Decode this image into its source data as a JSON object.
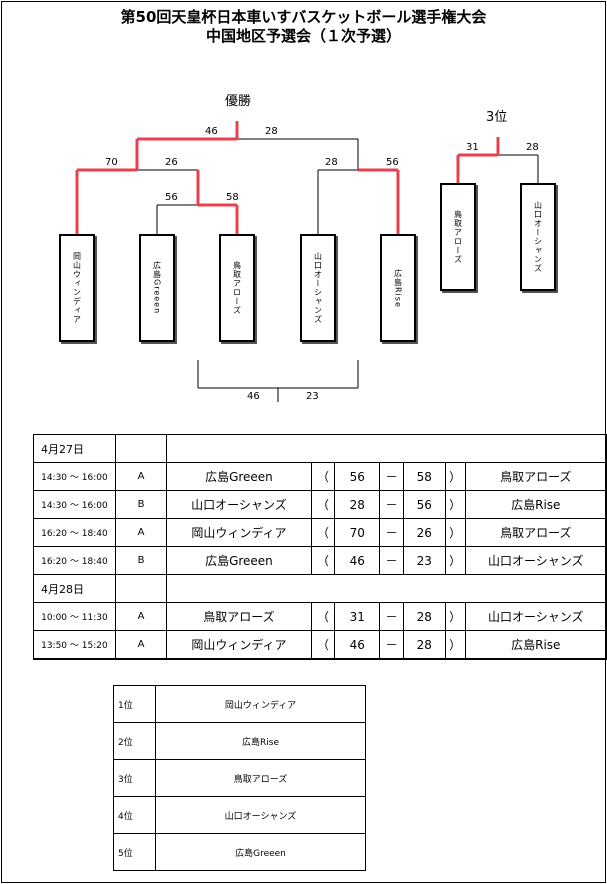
{
  "title_line1": "第50回天皇杯日本車いすバスケットボール選手権大会",
  "title_line2": "中国地区予選会（１次予選）",
  "bracket": {
    "champion_label": "優勝",
    "third_label": "3位",
    "teams": [
      "岡山ウィンディア",
      "広島Greeen",
      "鳥取アローズ",
      "山口オーシャンズ",
      "広島Rise"
    ],
    "third_teams": [
      "鳥取アローズ",
      "山口オーシャンズ"
    ],
    "scores": {
      "final_left": "46",
      "final_right": "28",
      "semi_left_left": "70",
      "semi_left_right": "26",
      "first_left": "56",
      "first_right": "58",
      "semi_right_left": "28",
      "semi_right_right": "56",
      "third_left": "31",
      "third_right": "28",
      "extra_left": "46",
      "extra_right": "23"
    },
    "colors": {
      "winner_line": "#e8414e",
      "line": "#000000"
    }
  },
  "results": {
    "days": [
      {
        "date": "4月27日",
        "games": [
          {
            "time": "14:30 ～ 16:00",
            "court": "A",
            "home": "広島Greeen",
            "home_score": "56",
            "away_score": "58",
            "away": "鳥取アローズ"
          },
          {
            "time": "14:30 ～ 16:00",
            "court": "B",
            "home": "山口オーシャンズ",
            "home_score": "28",
            "away_score": "56",
            "away": "広島Rise"
          },
          {
            "time": "16:20 ～ 18:40",
            "court": "A",
            "home": "岡山ウィンディア",
            "home_score": "70",
            "away_score": "26",
            "away": "鳥取アローズ"
          },
          {
            "time": "16:20 ～ 18:40",
            "court": "B",
            "home": "広島Greeen",
            "home_score": "46",
            "away_score": "23",
            "away": "山口オーシャンズ"
          }
        ]
      },
      {
        "date": "4月28日",
        "games": [
          {
            "time": "10:00 ～ 11:30",
            "court": "A",
            "home": "鳥取アローズ",
            "home_score": "31",
            "away_score": "28",
            "away": "山口オーシャンズ"
          },
          {
            "time": "13:50 ～ 15:20",
            "court": "A",
            "home": "岡山ウィンディア",
            "home_score": "46",
            "away_score": "28",
            "away": "広島Rise"
          }
        ]
      }
    ],
    "paren_open": "（",
    "dash": "－",
    "paren_close": "）"
  },
  "ranking": [
    {
      "place": "1位",
      "team": "岡山ウィンディア"
    },
    {
      "place": "2位",
      "team": "広島Rise"
    },
    {
      "place": "3位",
      "team": "鳥取アローズ"
    },
    {
      "place": "4位",
      "team": "山口オーシャンズ"
    },
    {
      "place": "5位",
      "team": "広島Greeen"
    }
  ]
}
